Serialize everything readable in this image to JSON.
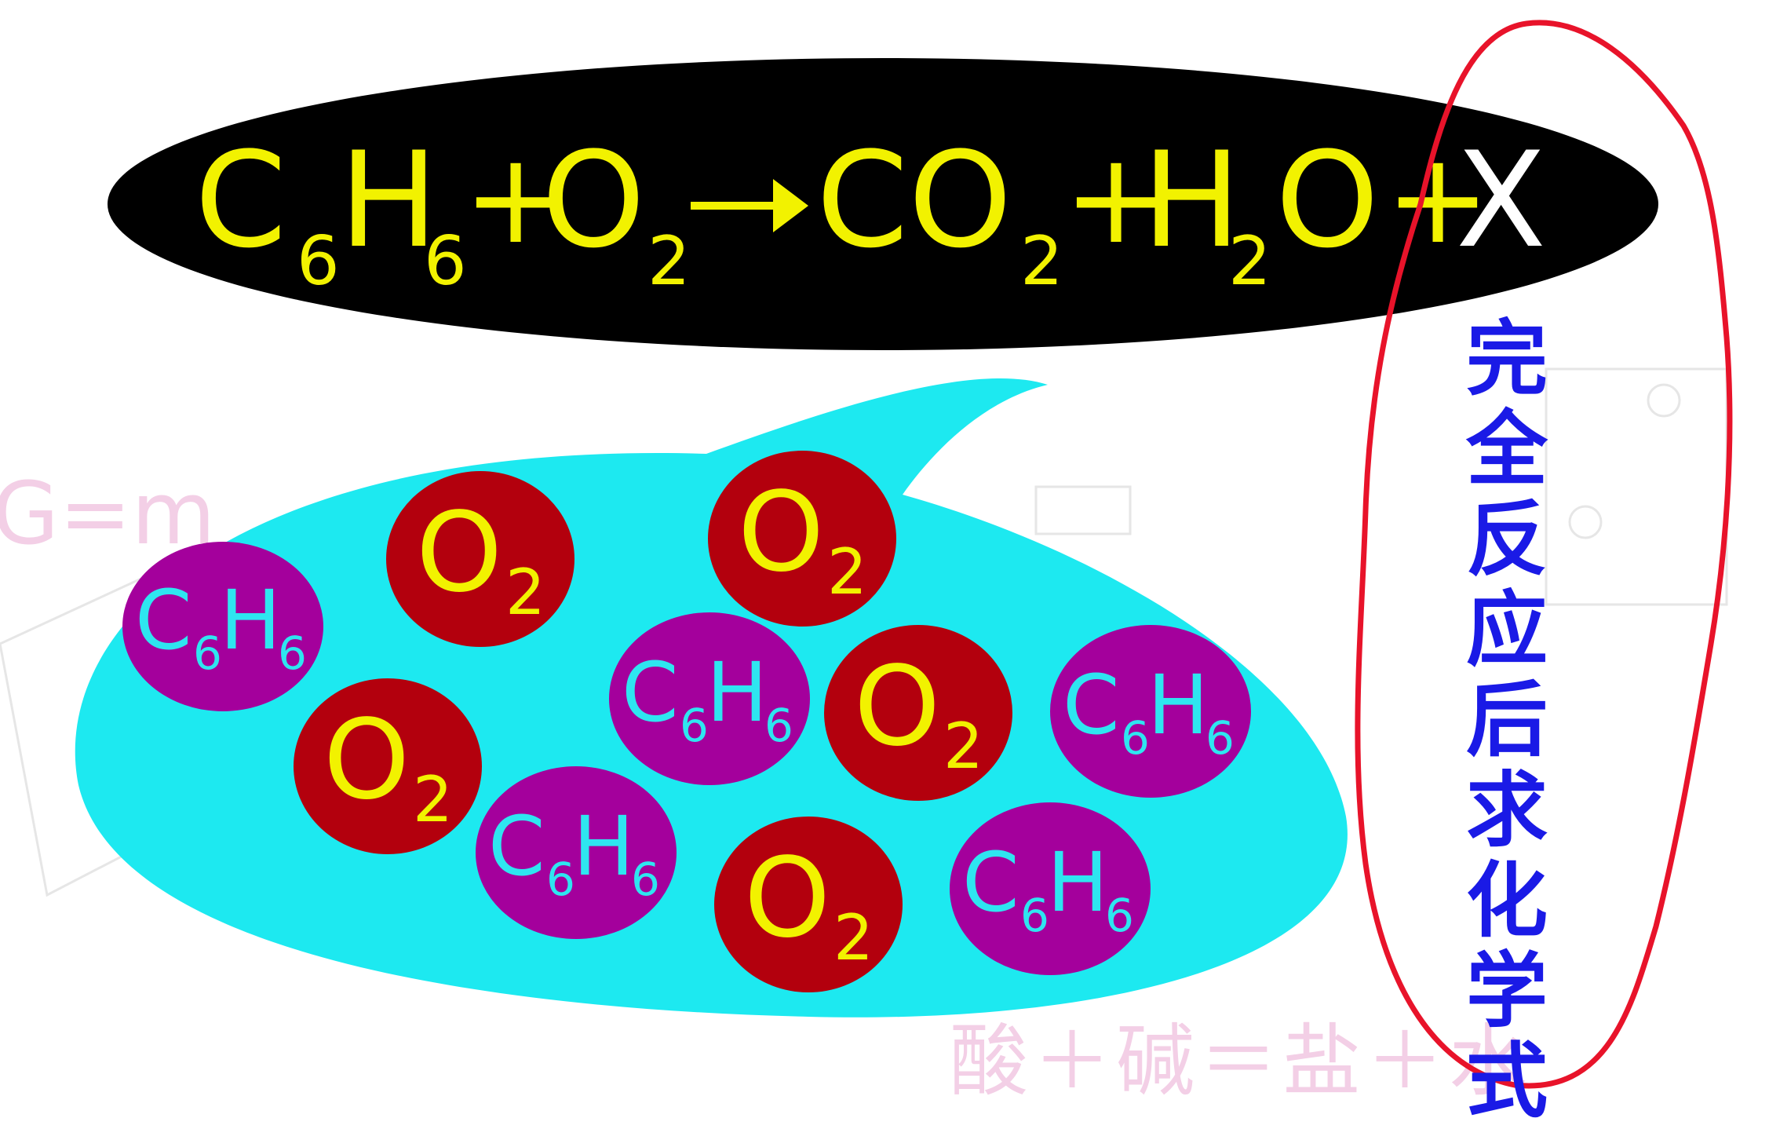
{
  "equation": {
    "c6h6_c": "C",
    "c6h6_sub1": "6",
    "c6h6_h": "H",
    "c6h6_sub2": "6",
    "plus1": "+",
    "o2_o": "O",
    "o2_sub": "2",
    "arrow": "→",
    "co2_co": "CO",
    "co2_sub": "2",
    "plus2": "+",
    "h2o_h": "H",
    "h2o_sub": "2",
    "h2o_o": "O",
    "plus3": "+",
    "unknown": "X"
  },
  "molecules": {
    "o2": {
      "main": "O",
      "sub": "2"
    },
    "c6h6": {
      "c": "C",
      "sub1": "6",
      "h": "H",
      "sub2": "6"
    }
  },
  "note_vertical": [
    "完",
    "全",
    "反",
    "应",
    "后",
    "求",
    "化",
    "学",
    "式"
  ],
  "watermarks": {
    "left": "G=m",
    "bottom": "酸＋碱＝盐＋水"
  },
  "colors": {
    "equation_bg": "#000000",
    "equation_text": "#f2f200",
    "unknown_text": "#ffffff",
    "bubble": "#1de9f0",
    "o2_fill": "#b3000d",
    "o2_text": "#f2f200",
    "c6h6_fill": "#a4009c",
    "c6h6_text": "#2ee6f0",
    "circle_annotation": "#e8132a",
    "note_text": "#1a1ae6"
  }
}
